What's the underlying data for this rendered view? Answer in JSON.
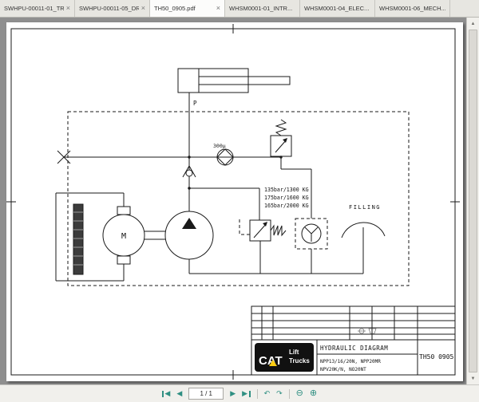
{
  "tab_bar": {
    "tabs": [
      {
        "label": "SWHPU-00011-01_TR...",
        "active": false,
        "closable": true
      },
      {
        "label": "SWHPU-00011-05_DR...",
        "active": false,
        "closable": true
      },
      {
        "label": "TH50_0905.pdf",
        "active": true,
        "closable": true
      },
      {
        "label": "WHSM0001-01_INTR...",
        "active": false,
        "closable": false
      },
      {
        "label": "WHSM0001-04_ELEC...",
        "active": false,
        "closable": false
      },
      {
        "label": "WHSM0001-06_MECH...",
        "active": false,
        "closable": false
      }
    ]
  },
  "icons": {
    "close": "×",
    "prev": "◀",
    "next": "▶",
    "prev_view": "↶",
    "next_view": "↷",
    "zoom_out": "⊖",
    "zoom_in": "⊕",
    "scroll_up": "▲",
    "scroll_down": "▼"
  },
  "diagram": {
    "port_label": "P",
    "filter_rating": "300µ",
    "motor_label": "M",
    "pressure_settings": [
      "135bar/1300 KG",
      "175bar/1600 KG",
      "165bar/2000 KG"
    ],
    "filling_label": "FILLING"
  },
  "title_block": {
    "logo_main": "CAT",
    "logo_line1": "Lift",
    "logo_line2": "Trucks",
    "title": "HYDRAULIC DIAGRAM",
    "models_line1": "NPP13/16/20N, NPP20MR",
    "models_line2": "NPV20K/N, NO20NT",
    "drawing_number": "TH50 0905"
  },
  "status_bar": {
    "page_display": "1 / 1"
  },
  "colors": {
    "accent_teal": "#2f8f82",
    "canvas_bg": "#8f8f8f",
    "page_bg": "#ffffff",
    "line": "#1a1a1a",
    "logo_yellow": "#ffcd11"
  }
}
